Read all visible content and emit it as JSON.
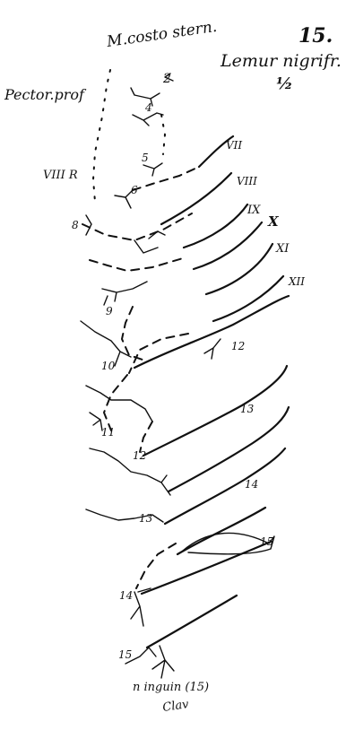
{
  "figure": {
    "number": "15.",
    "species": "Lemur nigrifr.",
    "scale": "½"
  },
  "labels": {
    "costo_stern": "M.costo stern.",
    "pector_prof": "Pector.prof",
    "viii_r": "VIII R",
    "n_inguin": "n inguin (15)",
    "clav": "Clav"
  },
  "rib_numerals": [
    "VII",
    "VIII",
    "IX",
    "X",
    "XI",
    "XII"
  ],
  "nerve_numbers": [
    "2",
    "4",
    "5",
    "6",
    "8",
    "9",
    "10",
    "11",
    "12",
    "12",
    "13",
    "13",
    "14",
    "15",
    "14",
    "15"
  ]
}
